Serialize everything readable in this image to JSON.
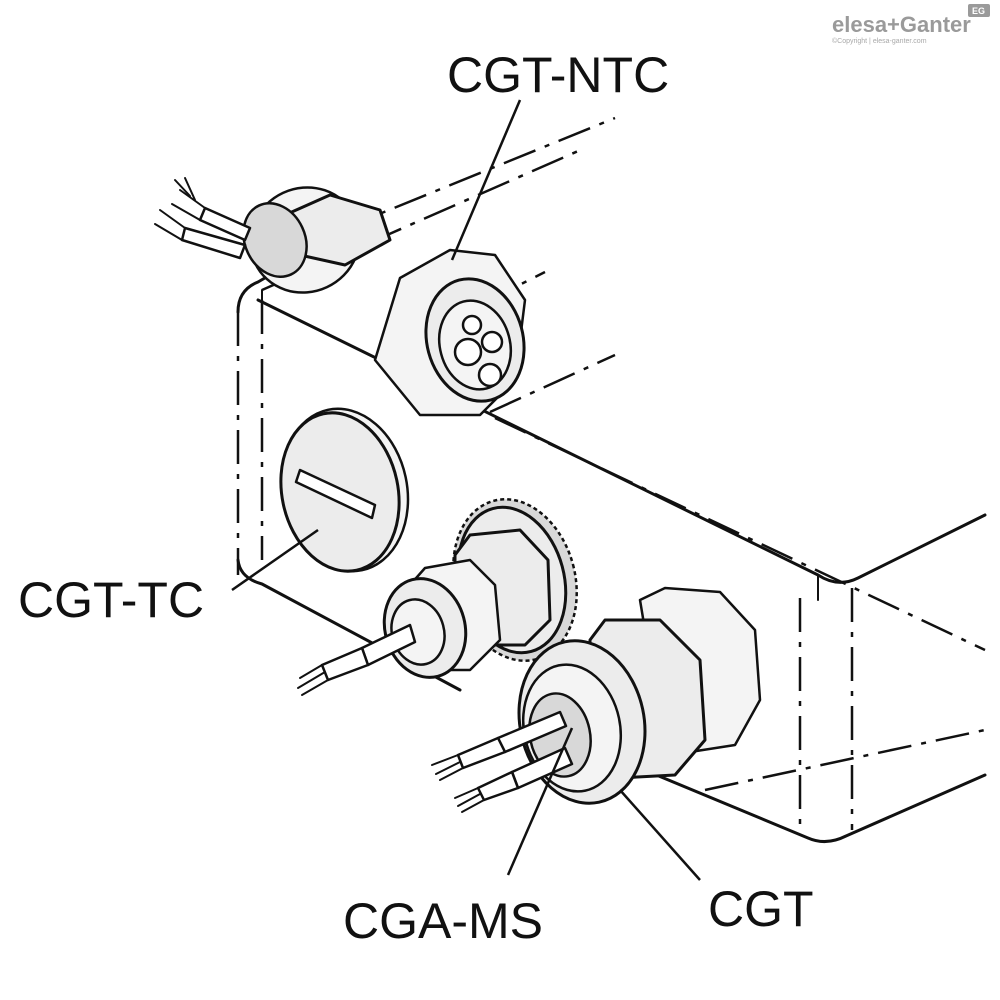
{
  "brand": {
    "name": "elesa+Ganter",
    "copyright": "©Copyright | elesa-ganter.com",
    "badge": "EG",
    "color": "#9a9a9a"
  },
  "labels": {
    "top": "CGT-NTC",
    "left": "CGT-TC",
    "bottom_left": "CGA-MS",
    "bottom_right": "CGT"
  },
  "colors": {
    "line": "#111111",
    "part_fill": "#ececec",
    "background": "#ffffff"
  }
}
